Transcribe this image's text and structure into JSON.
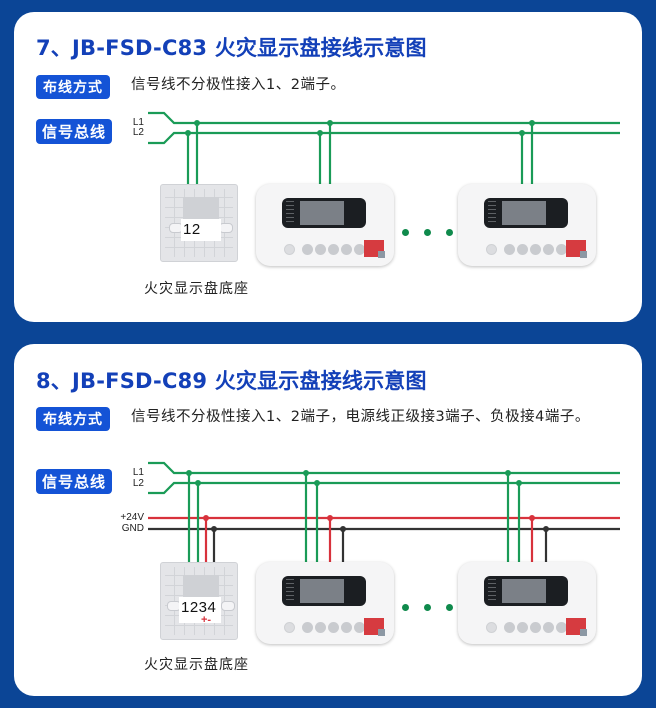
{
  "colors": {
    "background": "#0b4596",
    "title": "#1340b8",
    "badge": "#1453d6",
    "signal_wire": "#1a9b57",
    "power_positive_wire": "#d8323c",
    "ground_wire": "#333333"
  },
  "sections": [
    {
      "title": "7、JB-FSD-C83 火灾显示盘接线示意图",
      "wiring_badge": "布线方式",
      "wiring_desc": "信号线不分极性接入1、2端子。",
      "bus_badge": "信号总线",
      "bus_lines": [
        "L1",
        "L2"
      ],
      "base_terminals": "12",
      "base_caption": "火灾显示盘底座"
    },
    {
      "title": "8、JB-FSD-C89 火灾显示盘接线示意图",
      "wiring_badge": "布线方式",
      "wiring_desc": "信号线不分极性接入1、2端子，电源线正级接3端子、负极接4端子。",
      "bus_badge": "信号总线",
      "bus_lines": [
        "L1",
        "L2"
      ],
      "power_lines": [
        "+24V",
        "GND"
      ],
      "base_terminals": "1234",
      "base_polarity": "+-",
      "base_caption": "火灾显示盘底座"
    }
  ]
}
